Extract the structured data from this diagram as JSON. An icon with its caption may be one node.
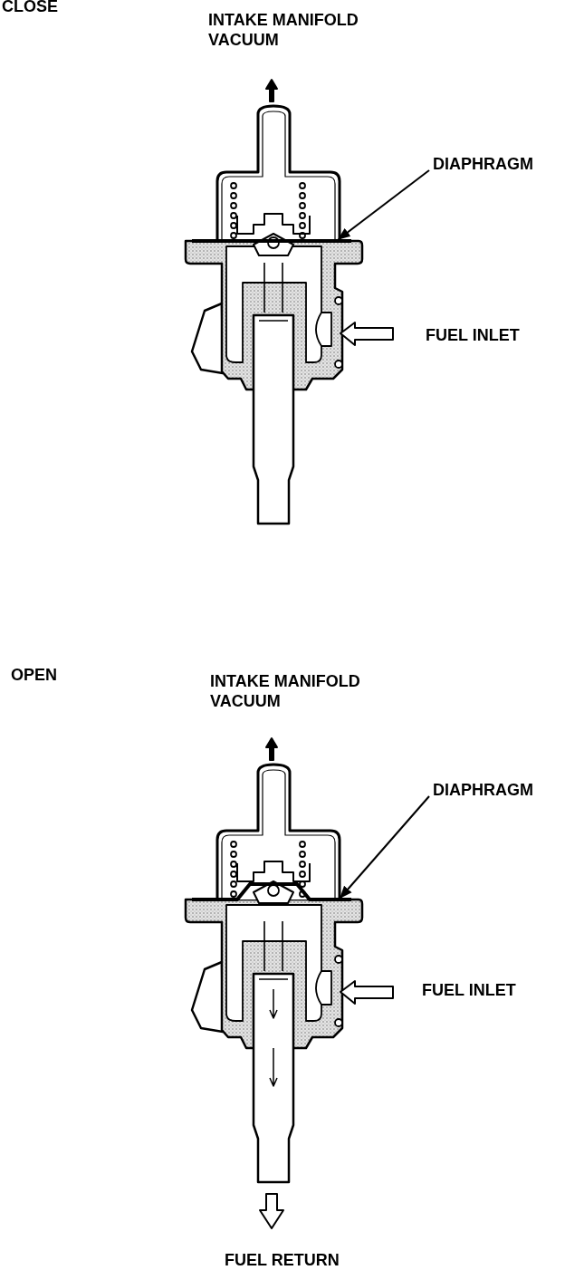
{
  "diagram": {
    "nodes": [
      {
        "text": [
          "DIAPHRAGM"
        ]
      },
      {
        "text": [],
        "shape": "picture"
      },
      {
        "text": [
          "DIAPHRAGM"
        ]
      },
      {
        "text": [],
        "shape": "picture"
      }
    ],
    "edges": [
      {
        "from": 0,
        "to": 1,
        "arrow": "to"
      },
      {
        "from": 2,
        "to": 3,
        "arrow": "to"
      }
    ],
    "labels": [
      "CLOSE",
      "INTAKE MANIFOLD VACUUM",
      "FUEL INLET",
      "OPEN",
      "INTAKE MANIFOLD VACUUM",
      "FUEL INLET",
      "FUEL RETURN"
    ]
  }
}
